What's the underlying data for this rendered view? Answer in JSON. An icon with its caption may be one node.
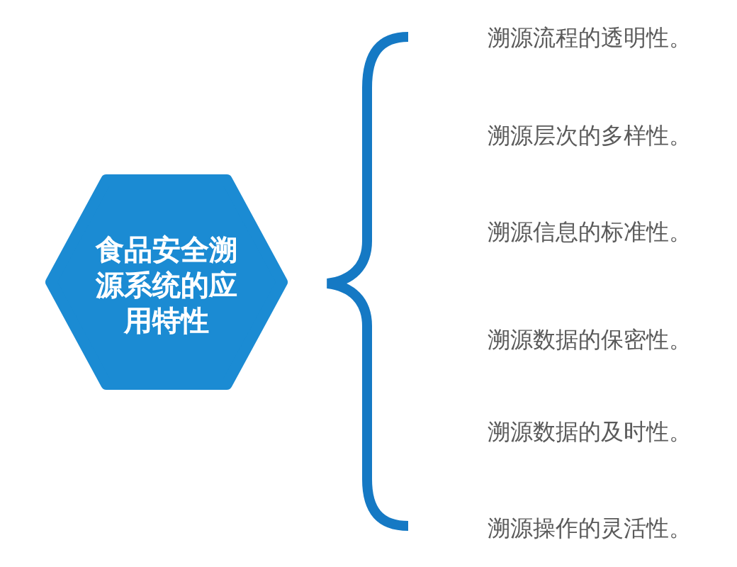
{
  "diagram": {
    "nodes": [
      {
        "text": [
          "食品安全溯源系统的应用特性"
        ]
      }
    ],
    "labels": [
      "溯源流程的透明性。",
      "溯源层次的多样性。",
      "溯源信息的标准性。",
      "溯源数据的保密性。",
      "溯源数据的及时性。",
      "溯源操作的灵活性。"
    ]
  }
}
